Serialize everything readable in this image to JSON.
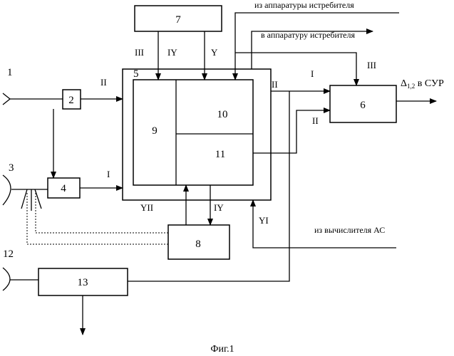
{
  "blocks": {
    "b2": "2",
    "b4": "4",
    "b5": "5",
    "b6": "6",
    "b7": "7",
    "b8": "8",
    "b9": "9",
    "b10": "10",
    "b11": "11",
    "b13": "13"
  },
  "antennas": {
    "a1": "1",
    "a3": "3",
    "a12": "12"
  },
  "signals": {
    "s_in_ii": "II",
    "s_4_i": "I",
    "s_7_iii": "III",
    "s_7_iy": "IY",
    "s_7_y": "Y",
    "s_out5_ii": "II",
    "s_6_i": "I",
    "s_6_ii": "II",
    "s_6_iii": "III",
    "s_yii": "YII",
    "s_8_iy": "IY",
    "s_yi": "YI"
  },
  "notes": {
    "from_fighter": "из аппаратуры истребителя",
    "to_fighter": "в аппаратуру истребителя",
    "from_computer": "из вычислителя АС",
    "out_delta": "Δ",
    "out_sub": "1,2",
    "out_tail": " в СУР"
  },
  "caption": "Фиг.1"
}
